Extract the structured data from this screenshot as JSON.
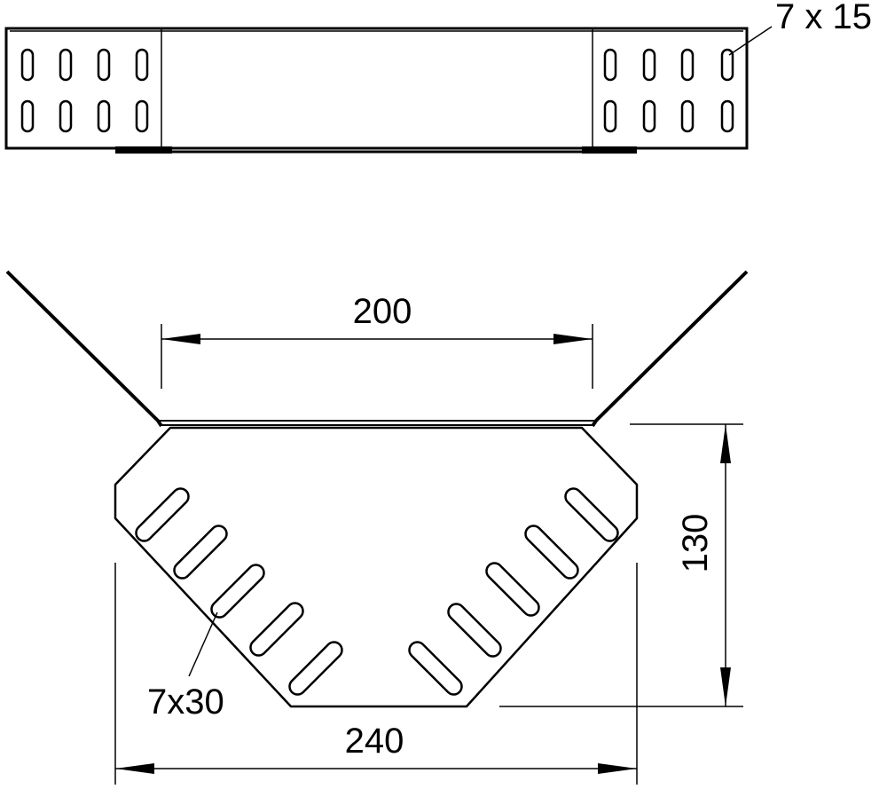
{
  "labels": {
    "slot_small": "7 x 15",
    "slot_large": "7x30",
    "dim_inner_width": "200",
    "dim_overall_width": "240",
    "dim_height": "130"
  },
  "colors": {
    "line": "#000000",
    "background": "#ffffff"
  }
}
